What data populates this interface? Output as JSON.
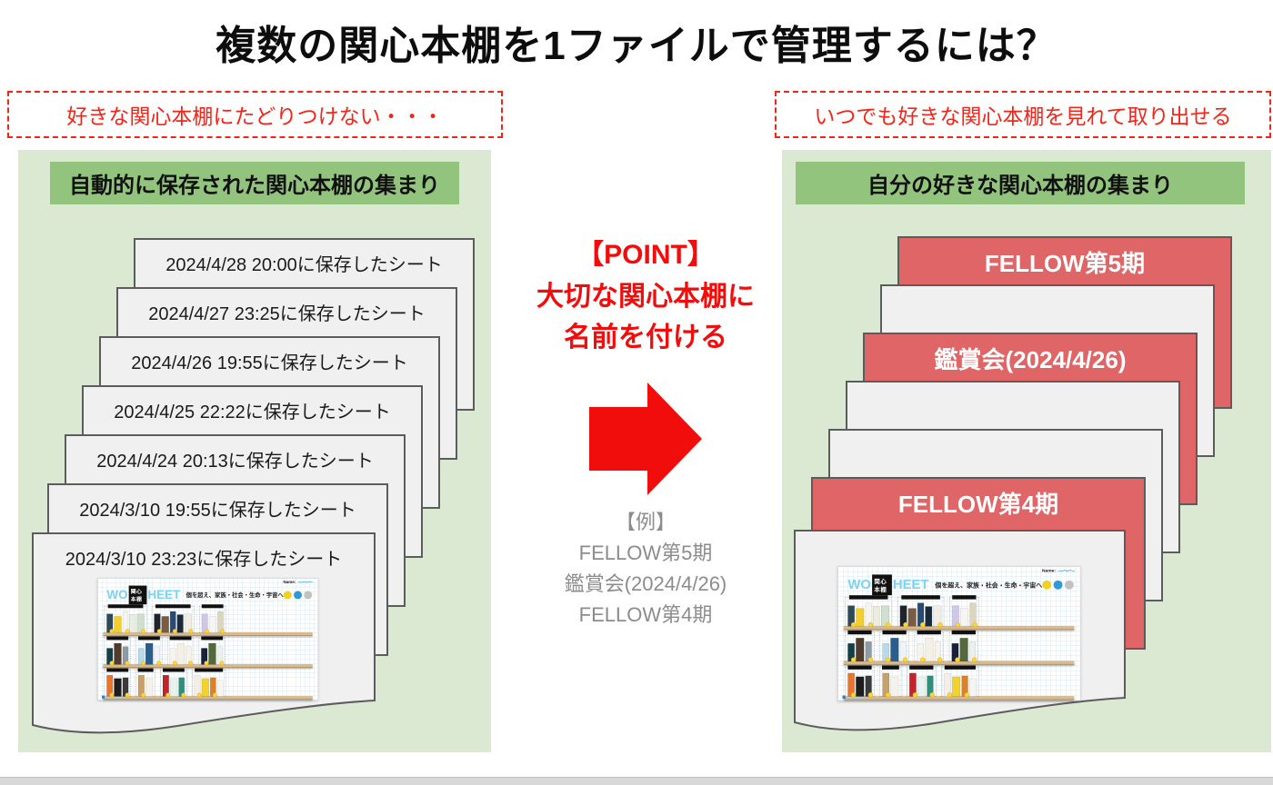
{
  "title": "複数の関心本棚を1ファイルで管理するには？",
  "left_callout": "好きな関心本棚にたどりつけない・・・",
  "right_callout": "いつでも好きな関心本棚を見れて取り出せる",
  "left_panel": {
    "header": "自動的に保存された関心本棚の集まり",
    "sheets": [
      "2024/4/28 20:00に保存したシート",
      "2024/4/27 23:25に保存したシート",
      "2024/4/26 19:55に保存したシート",
      "2024/4/25 22:22に保存したシート",
      "2024/4/24 20:13に保存したシート",
      "2024/3/10 19:55に保存したシート"
    ],
    "bottom_sheet_label": "2024/3/10 23:23に保存したシート"
  },
  "middle": {
    "point_lines": [
      "【POINT】",
      "大切な関心本棚に",
      "名前を付ける"
    ],
    "example_lines": [
      "【例】",
      "FELLOW第5期",
      "鑑賞会(2024/4/26)",
      "FELLOW第4期"
    ]
  },
  "right_panel": {
    "header": "自分の好きな関心本棚の集まり",
    "sheets": [
      {
        "label": "FELLOW第5期",
        "type": "named"
      },
      {
        "label": "",
        "type": "plain"
      },
      {
        "label": "鑑賞会(2024/4/26)",
        "type": "named"
      },
      {
        "label": "",
        "type": "plain"
      },
      {
        "label": "",
        "type": "plain"
      },
      {
        "label": "FELLOW第4期",
        "type": "named"
      }
    ]
  },
  "worksheet": {
    "logo_prefix": "WO",
    "logo_overlay": "関心本棚",
    "logo_suffix": "HEET",
    "tagline": "個を超え、家族・社会・生命・宇宙へ",
    "name_label": "Name:",
    "colors": {
      "logo": "#7cd3f3",
      "circle_yellow": "#f2d024",
      "circle_blue": "#2f9bd6",
      "circle_gray": "#c2c2c2",
      "shelf": "#d9ba8c",
      "badge": "#ffd43a"
    },
    "rows": [
      {
        "groups": [
          [
            "#2e4a56",
            "#f3cf2e",
            "#f5f5ef",
            "#ececdf",
            "#cfe0cc"
          ],
          [
            "#20242a",
            "#7a5b43",
            "#274b72",
            "#1b2a3a",
            "#f0ede4"
          ],
          [
            "#cfc6e8",
            "#f6f5f1",
            "#ded5bd"
          ]
        ]
      },
      {
        "groups": [
          [
            "#133f46",
            "#503c2c",
            "#8e9aa4"
          ],
          [
            "#b9d8ea",
            "#2a5e8c",
            "#eef4f8"
          ],
          [
            "#f7f4ec",
            "#f4f0e6",
            "#f6f3eb"
          ],
          [
            "#17213c",
            "#53683b",
            "#eef0ee"
          ]
        ]
      },
      {
        "groups": [
          [
            "#e8762d",
            "#1d1d1d",
            "#3a3a3a"
          ],
          [
            "#c8a06a",
            "#f4f2ea"
          ],
          [
            "#c0252c",
            "#e9f3ee",
            "#2e8f7f"
          ],
          [
            "#f3efe7",
            "#f2d22e",
            "#d9822b",
            "#f7f5ef"
          ]
        ]
      }
    ]
  },
  "slide_colors": {
    "panel_green": "#dbe9d3",
    "header_green": "#93c47d",
    "accent_red": "#f20d0d",
    "sheet_red": "#df6566",
    "sheet_gray": "#f0f0f0",
    "sheet_border": "#5c5c5c"
  }
}
